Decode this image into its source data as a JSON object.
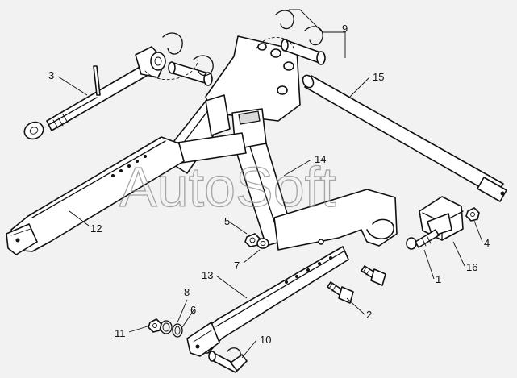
{
  "watermark": "AutoSoft",
  "callouts": {
    "c1": "1",
    "c2": "2",
    "c3": "3",
    "c4": "4",
    "c5": "5",
    "c6": "6",
    "c7": "7",
    "c8": "8",
    "c9": "9",
    "c10": "10",
    "c11": "11",
    "c12": "12",
    "c13": "13",
    "c14": "14",
    "c15": "15",
    "c16": "16"
  }
}
